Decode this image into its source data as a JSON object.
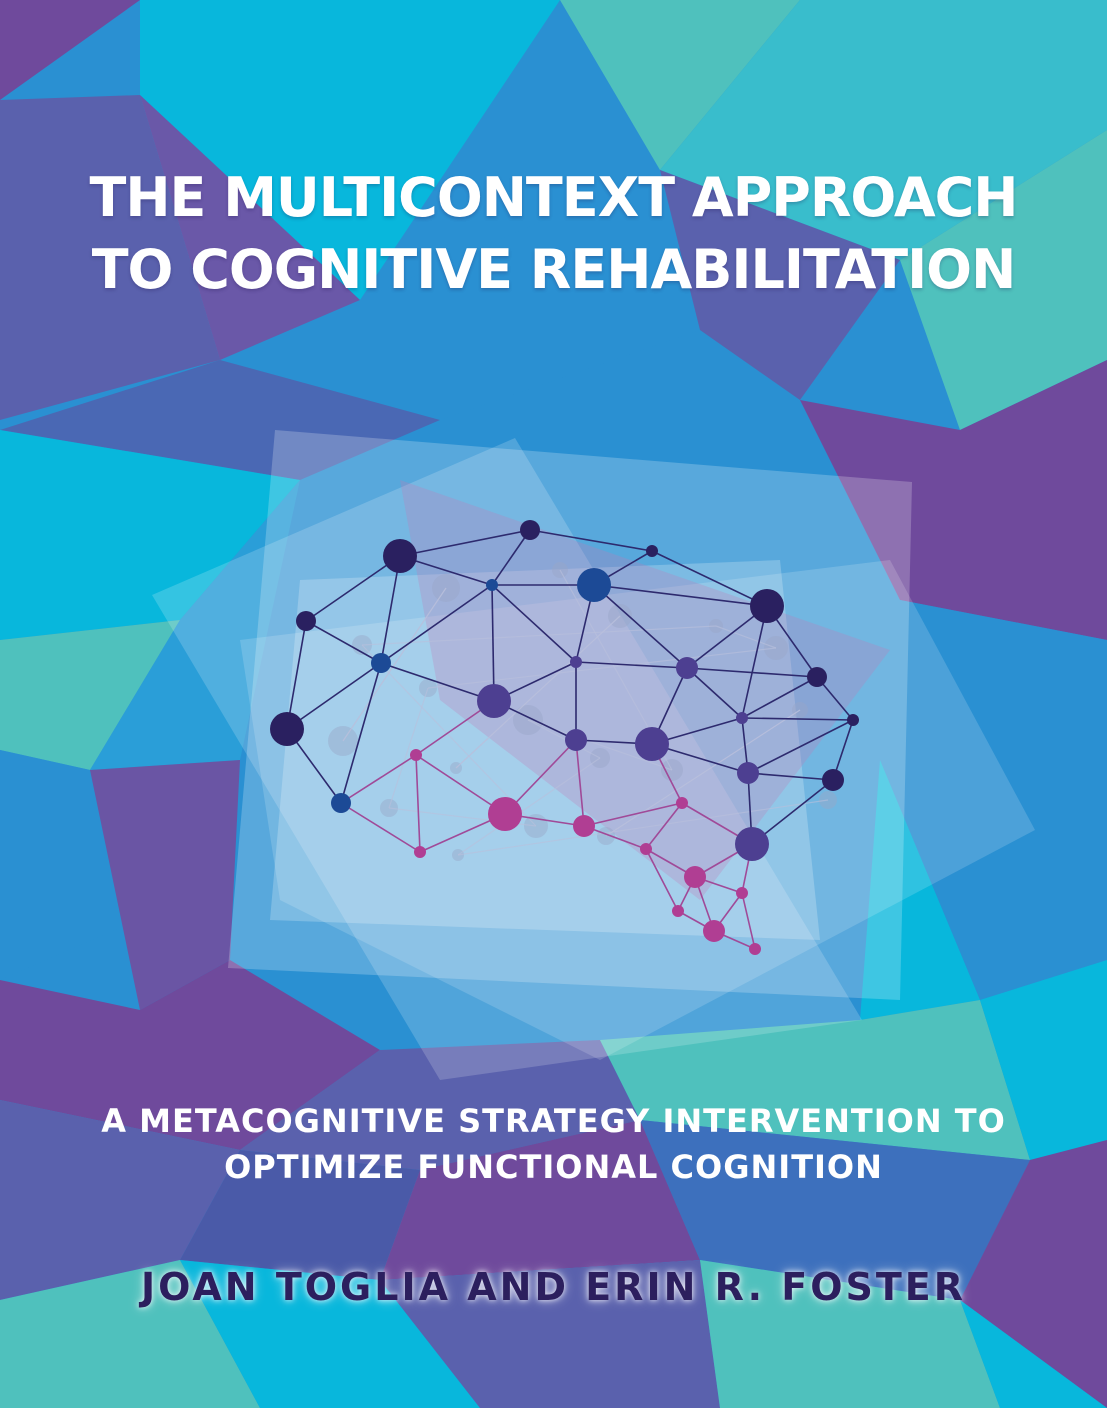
{
  "cover": {
    "title_line1": "THE MULTICONTEXT APPROACH",
    "title_line2": "TO COGNITIVE REHABILITATION",
    "subtitle_line1": "A METACOGNITIVE STRATEGY INTERVENTION TO",
    "subtitle_line2": "OPTIMIZE FUNCTIONAL COGNITION",
    "authors": "JOAN TOGLIA AND ERIN R. FOSTER"
  },
  "colors": {
    "purple": "#6f4a9c",
    "indigo": "#5a61ad",
    "blue": "#2a90d2",
    "cyan": "#08b7dc",
    "teal": "#4fc1bd",
    "node_dark": "#2a2060",
    "node_magenta": "#b03e93"
  },
  "illustration": {
    "icon": "brain-network-icon"
  }
}
